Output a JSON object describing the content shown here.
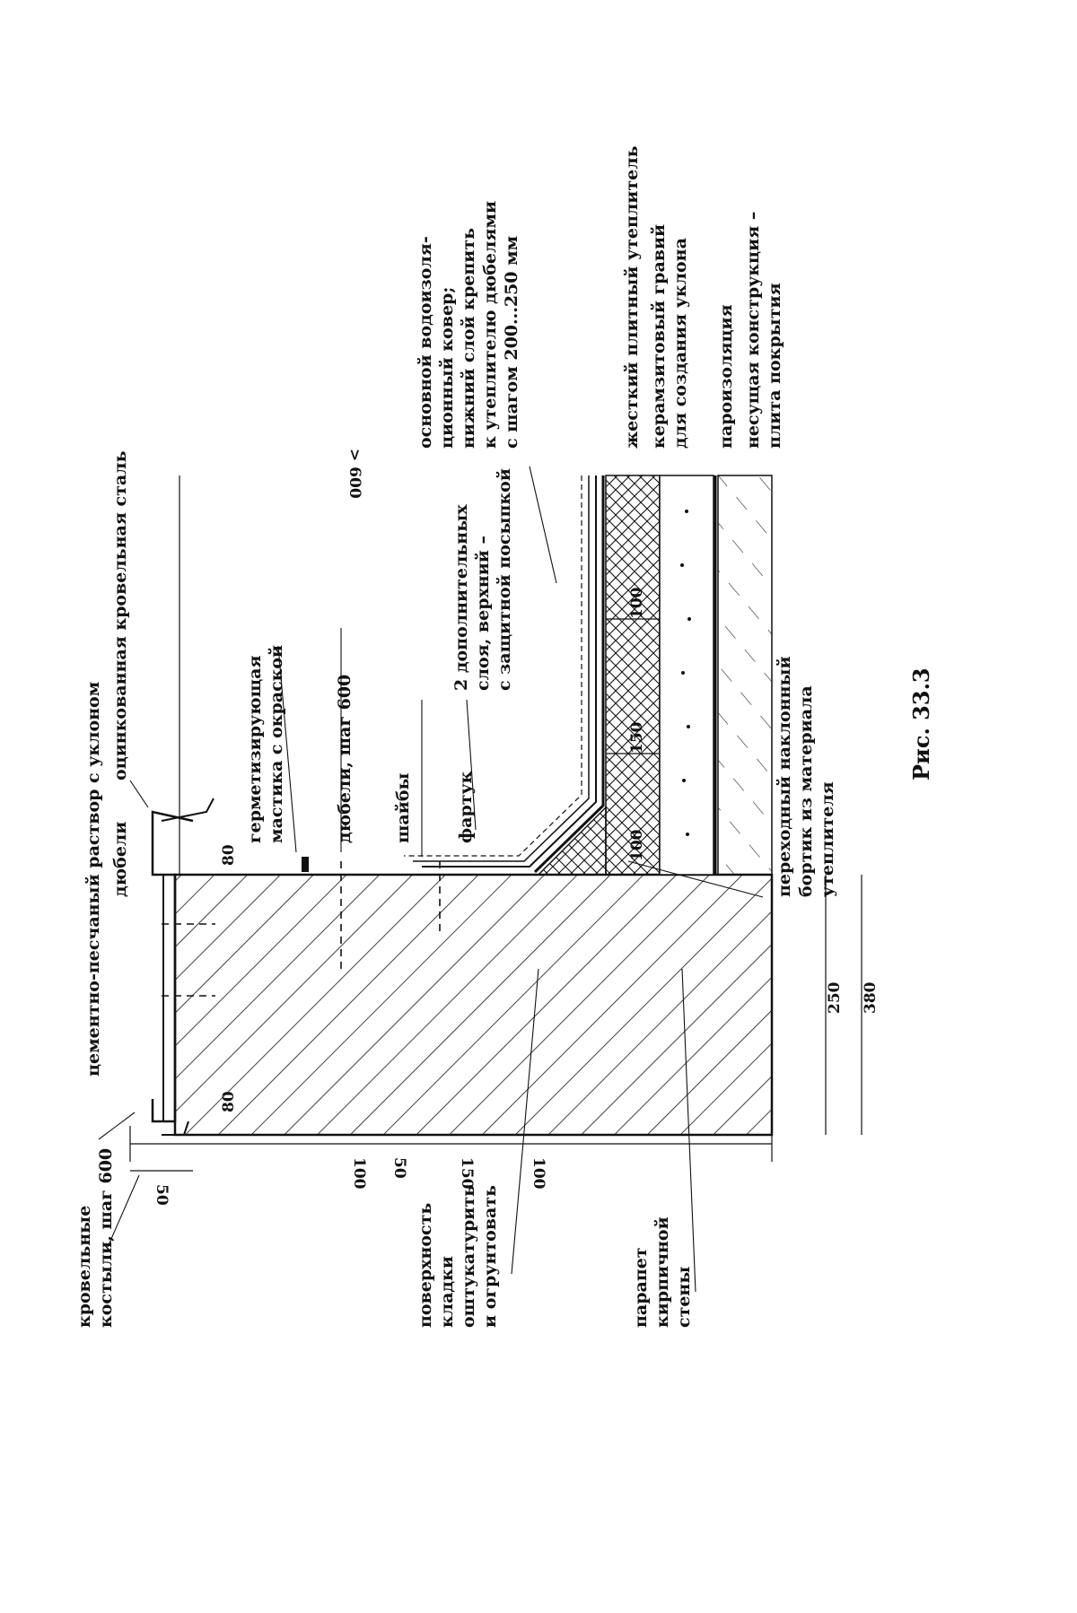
{
  "figure": {
    "caption": "Рис. 33.3",
    "colors": {
      "ink": "#111111",
      "paper": "#ffffff"
    }
  },
  "labels": {
    "roofing_crutches": [
      "кровельные",
      "костыли, шаг 600"
    ],
    "cement_mortar": [
      "цементно-песчаный раствор с уклоном"
    ],
    "galvanized_steel": [
      "оцинкованная кровельная сталь"
    ],
    "dowels_top": [
      "дюбели"
    ],
    "sealing_mastic": [
      "герметизирующая",
      "мастика с окраской"
    ],
    "dowels_step": [
      "дюбели, шаг 600"
    ],
    "washers": [
      "шайбы"
    ],
    "apron": [
      "фартук"
    ],
    "two_layers": [
      "2 дополнительных",
      "слоя, верхний –",
      "с защитной посыпкой"
    ],
    "main_membrane": [
      "основной водоизоля-",
      "ционный ковер;",
      "нижний слой крепить",
      "к утеплителю дюбелями",
      "с шагом 200...250 мм"
    ],
    "rigid_insulation": [
      "жесткий плитный утеплитель"
    ],
    "expanded_clay": [
      "керамзитовый гравий",
      "для создания уклона"
    ],
    "vapor_barrier": [
      "пароизоляция"
    ],
    "load_bearing": [
      "несущая конструкция –",
      "плита покрытия"
    ],
    "transition_fillet": [
      "переходный наклонный",
      "бортик из материала",
      "утеплителя"
    ],
    "surface_prep": [
      "поверхность",
      "кладки",
      "оштукатурить",
      "и огрунтовать"
    ],
    "parapet": [
      "парапет",
      "кирпичной",
      "стены"
    ]
  },
  "dimensions": {
    "overhang_left": "80",
    "overhang_right": "80",
    "drip_50": "50",
    "step_100a": "100",
    "step_50": "50",
    "step_150": "150",
    "step_100b": "100",
    "fillet_100a": "100",
    "fillet_150": "150",
    "fillet_100b": "100",
    "wall_250": "250",
    "wall_380": "380",
    "upturn_600": "> 600"
  }
}
